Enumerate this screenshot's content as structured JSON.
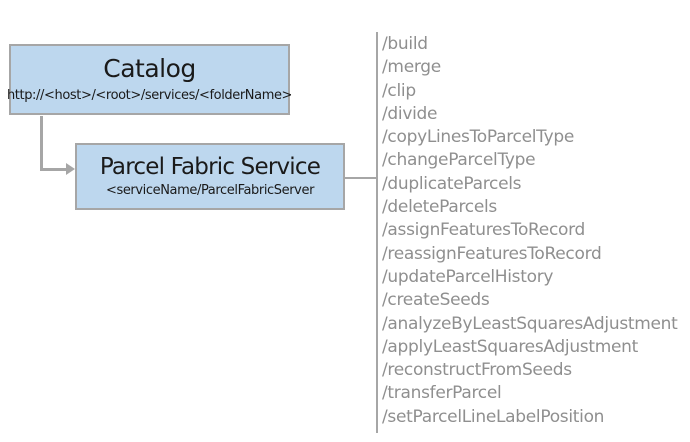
{
  "diagram": {
    "catalog_box": {
      "title": "Catalog",
      "subtitle": "http://<host>/<root>/services/<folderName>"
    },
    "service_box": {
      "title": "Parcel Fabric Service",
      "subtitle": "<serviceName/ParcelFabricServer"
    },
    "operations": [
      "/build",
      "/merge",
      "/clip",
      "/divide",
      "/copyLinesToParcelType",
      "/changeParcelType",
      "/duplicateParcels",
      "/deleteParcels",
      "/assignFeaturesToRecord",
      "/reassignFeaturesToRecord",
      "/updateParcelHistory",
      "/createSeeds",
      "/analyzeByLeastSquaresAdjustment",
      "/applyLeastSquaresAdjustment",
      "/reconstructFromSeeds",
      "/transferParcel",
      "/setParcelLineLabelPosition"
    ],
    "colors": {
      "box_fill": "#BDD7EE",
      "box_border": "#A6A6A6",
      "connector": "#A6A6A6",
      "list_text": "#8F8F8F",
      "title_text": "#1A1A1A"
    }
  }
}
